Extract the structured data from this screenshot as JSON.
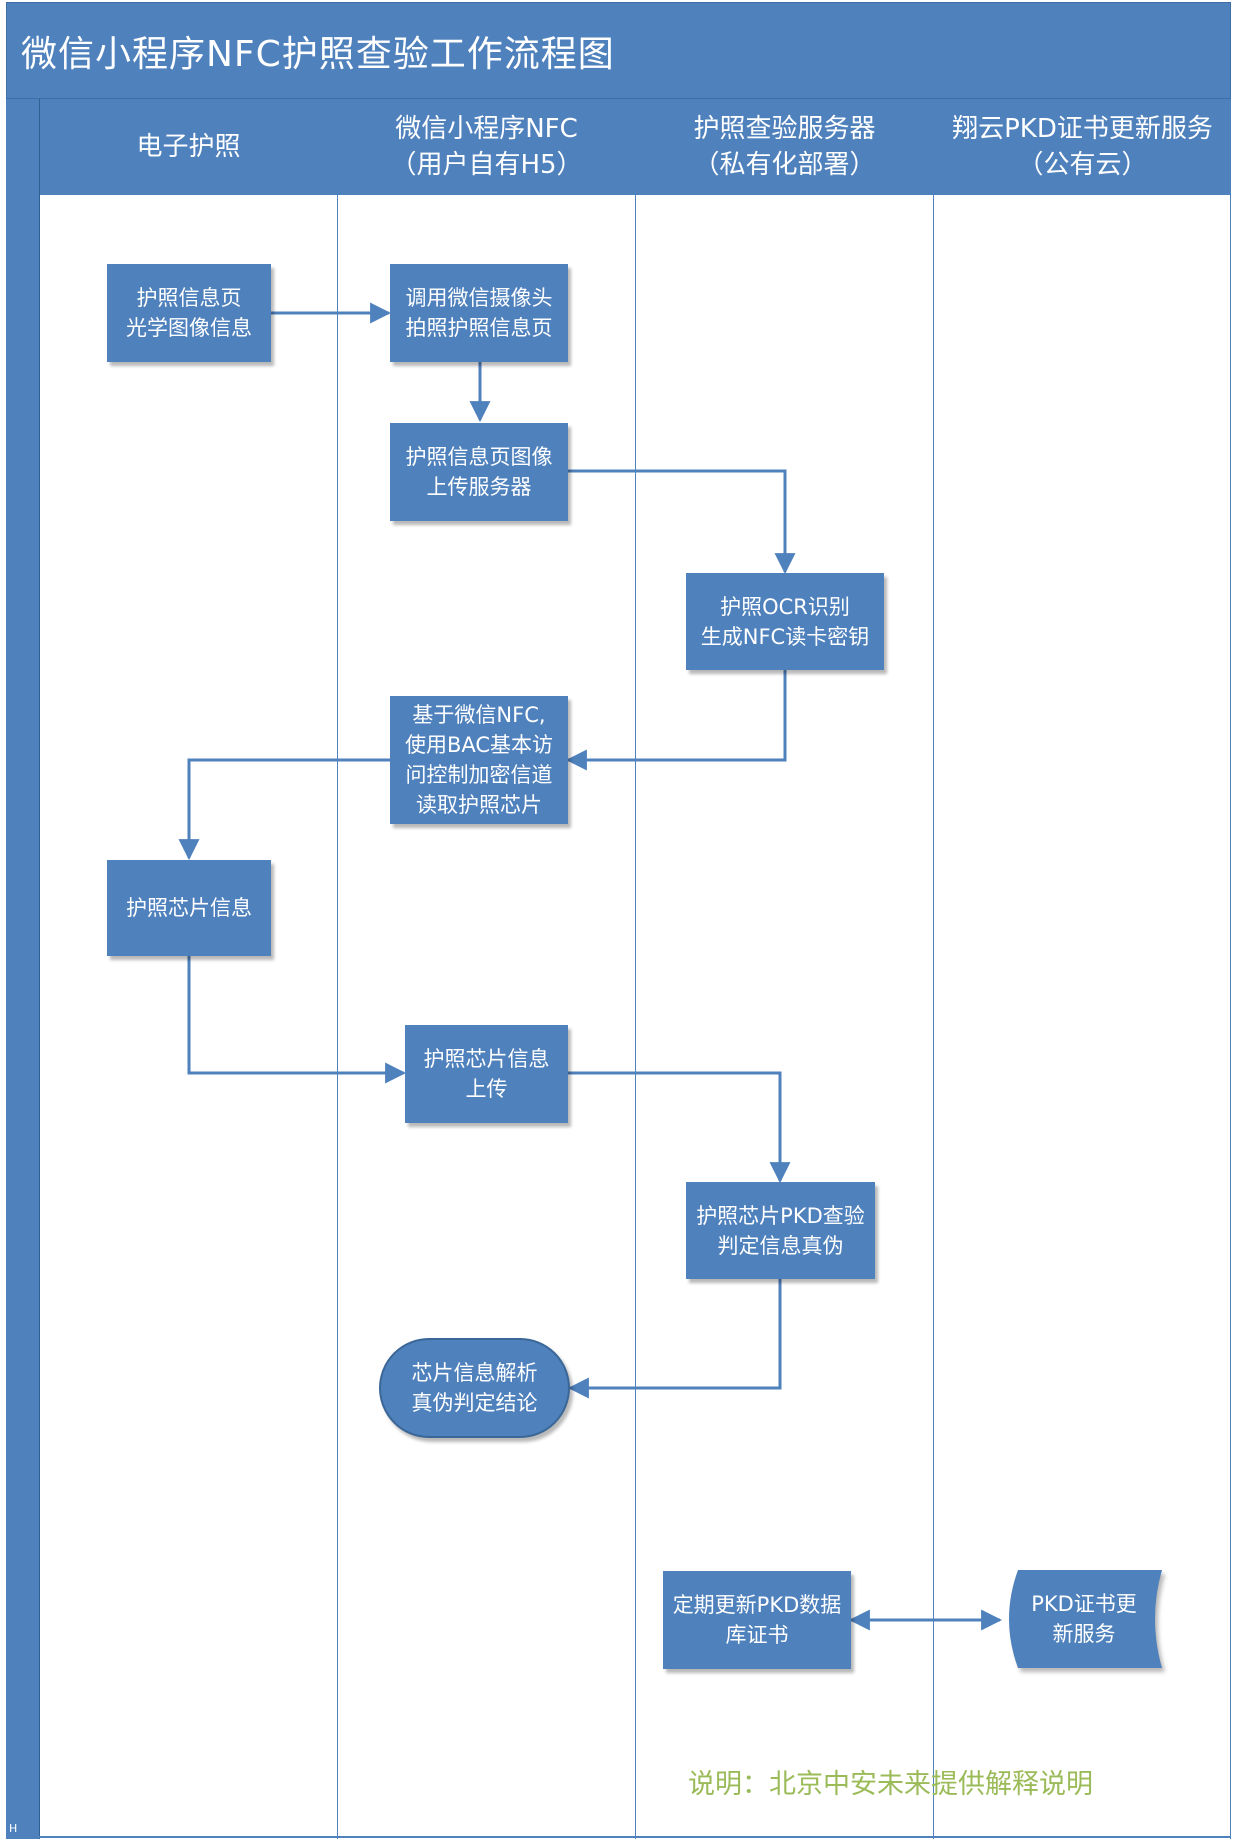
{
  "title": "微信小程序NFC护照查验工作流程图",
  "lanes": [
    {
      "line1": "电子护照",
      "line2": ""
    },
    {
      "line1": "微信小程序NFC",
      "line2": "（用户自有H5）"
    },
    {
      "line1": "护照查验服务器",
      "line2": "（私有化部署）"
    },
    {
      "line1": "翔云PKD证书更新服务",
      "line2": "（公有云）"
    }
  ],
  "nodes": {
    "n1": {
      "l1": "护照信息页",
      "l2": "光学图像信息"
    },
    "n2": {
      "l1": "调用微信摄像头",
      "l2": "拍照护照信息页"
    },
    "n3": {
      "l1": "护照信息页图像",
      "l2": "上传服务器"
    },
    "n4": {
      "l1": "护照OCR识别",
      "l2": "生成NFC读卡密钥"
    },
    "n5": {
      "l1": "基于微信NFC,",
      "l2": "使用BAC基本访",
      "l3": "问控制加密信道",
      "l4": "读取护照芯片"
    },
    "n6": {
      "l1": "护照芯片信息"
    },
    "n7": {
      "l1": "护照芯片信息",
      "l2": "上传"
    },
    "n8": {
      "l1": "护照芯片PKD查验",
      "l2": "判定信息真伪"
    },
    "n9": {
      "l1": "芯片信息解析",
      "l2": "真伪判定结论"
    },
    "n10": {
      "l1": "定期更新PKD数据",
      "l2": "库证书"
    },
    "n11": {
      "l1": "PKD证书更",
      "l2": "新服务"
    }
  },
  "note": "说明：北京中安未来提供解释说明",
  "strip_mark": "H",
  "colors": {
    "fill": "#4f81bd",
    "line": "#4f81bd",
    "note": "#9bbb59",
    "text": "#ffffff"
  }
}
